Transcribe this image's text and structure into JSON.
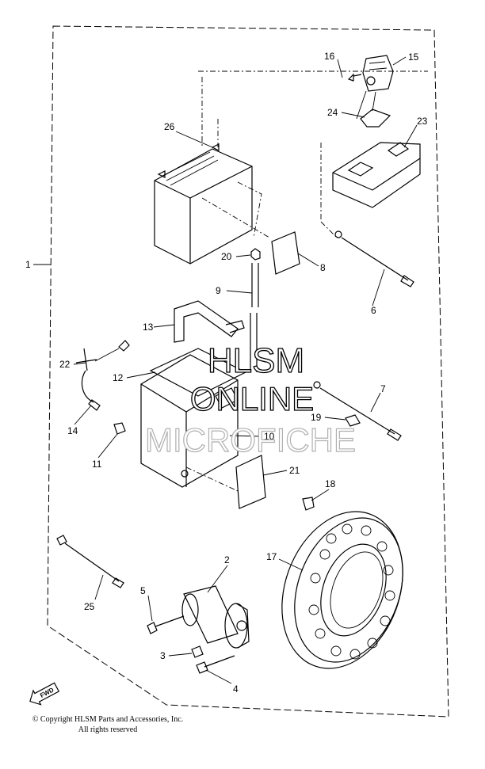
{
  "watermark": {
    "line1": "HLSM",
    "line2": "ONLINE",
    "line3": "MICROFICHE"
  },
  "orientation_badge": "FWD",
  "copyright": {
    "line1": "© Copyright HLSM Parts and Accessories, Inc.",
    "line2": "All rights reserved"
  },
  "callouts": {
    "p1": "1",
    "p2": "2",
    "p3": "3",
    "p4": "4",
    "p5": "5",
    "p6": "6",
    "p7": "7",
    "p8": "8",
    "p9": "9",
    "p10": "10",
    "p11": "11",
    "p12": "12",
    "p13": "13",
    "p14": "14",
    "p15": "15",
    "p16": "16",
    "p17": "17",
    "p18": "18",
    "p19": "19",
    "p20": "20",
    "p21": "21",
    "p22": "22",
    "p23": "23",
    "p24": "24",
    "p25": "25",
    "p26": "26"
  }
}
